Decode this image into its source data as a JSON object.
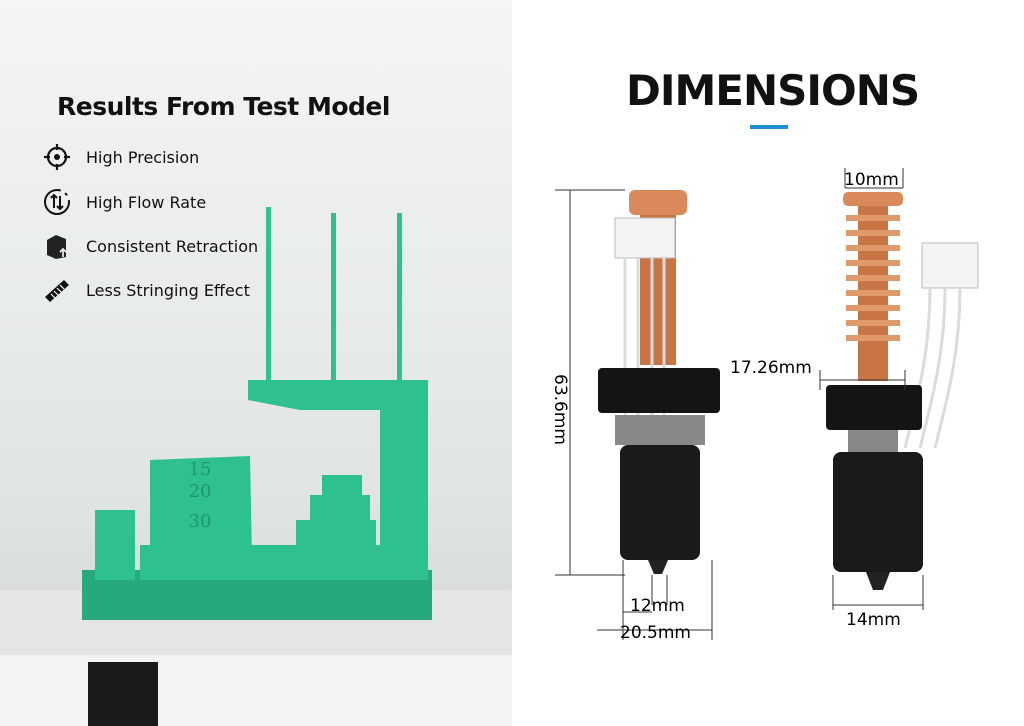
{
  "left": {
    "title": "Results From Test Model",
    "features": [
      {
        "icon": "crosshair-icon",
        "label": "High Precision"
      },
      {
        "icon": "flow-icon",
        "label": "High Flow Rate"
      },
      {
        "icon": "cube-icon",
        "label": "Consistent Retraction"
      },
      {
        "icon": "comb-icon",
        "label": "Less Stringing Effect"
      }
    ],
    "model_numbers": [
      "15",
      "20",
      "30"
    ]
  },
  "right": {
    "title": "DIMENSIONS",
    "accent": "#1e8fd6",
    "dims": {
      "height": "63.6mm",
      "nozzle_width": "12mm",
      "block_width": "20.5mm",
      "heatsink_dia": "10mm",
      "mount": "17.26mm",
      "heater_width": "14mm"
    }
  }
}
